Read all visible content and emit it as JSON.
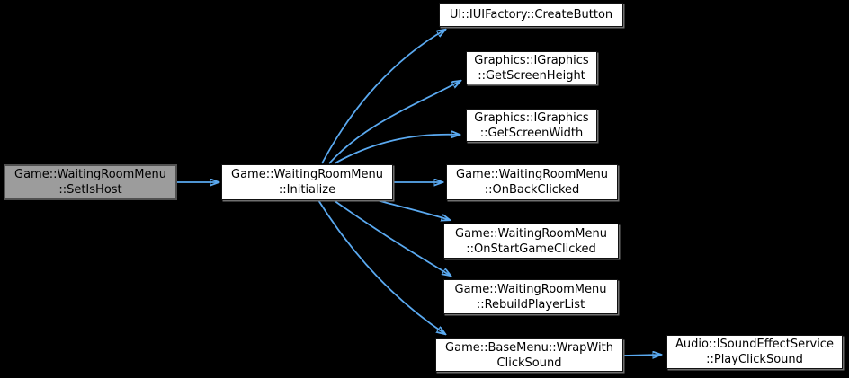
{
  "diagram": {
    "type": "call-graph",
    "background_color": "#000000",
    "edge_color": "#5aa9f0",
    "node_fill_color": "#ffffff",
    "node_border_color": "#111111",
    "highlight_fill_color": "#9c9c9c",
    "highlight_border_color": "#515151",
    "text_color": "#000000",
    "nodes": [
      {
        "id": "set-is-host",
        "line1": "Game::WaitingRoomMenu",
        "line2": "::SetIsHost",
        "highlighted": true
      },
      {
        "id": "initialize",
        "line1": "Game::WaitingRoomMenu",
        "line2": "::Initialize"
      },
      {
        "id": "create-button",
        "line1": "UI::IUIFactory::CreateButton"
      },
      {
        "id": "get-screen-height",
        "line1": "Graphics::IGraphics",
        "line2": "::GetScreenHeight"
      },
      {
        "id": "get-screen-width",
        "line1": "Graphics::IGraphics",
        "line2": "::GetScreenWidth"
      },
      {
        "id": "on-back-clicked",
        "line1": "Game::WaitingRoomMenu",
        "line2": "::OnBackClicked"
      },
      {
        "id": "on-start-game-clicked",
        "line1": "Game::WaitingRoomMenu",
        "line2": "::OnStartGameClicked"
      },
      {
        "id": "rebuild-player-list",
        "line1": "Game::WaitingRoomMenu",
        "line2": "::RebuildPlayerList"
      },
      {
        "id": "wrap-with-click-sound",
        "line1": "Game::BaseMenu::WrapWith",
        "line2": "ClickSound"
      },
      {
        "id": "play-click-sound",
        "line1": "Audio::ISoundEffectService",
        "line2": "::PlayClickSound"
      }
    ],
    "edges": [
      {
        "from": "set-is-host",
        "to": "initialize"
      },
      {
        "from": "initialize",
        "to": "create-button"
      },
      {
        "from": "initialize",
        "to": "get-screen-height"
      },
      {
        "from": "initialize",
        "to": "get-screen-width"
      },
      {
        "from": "initialize",
        "to": "on-back-clicked"
      },
      {
        "from": "initialize",
        "to": "on-start-game-clicked"
      },
      {
        "from": "initialize",
        "to": "rebuild-player-list"
      },
      {
        "from": "initialize",
        "to": "wrap-with-click-sound"
      },
      {
        "from": "wrap-with-click-sound",
        "to": "play-click-sound"
      }
    ]
  }
}
